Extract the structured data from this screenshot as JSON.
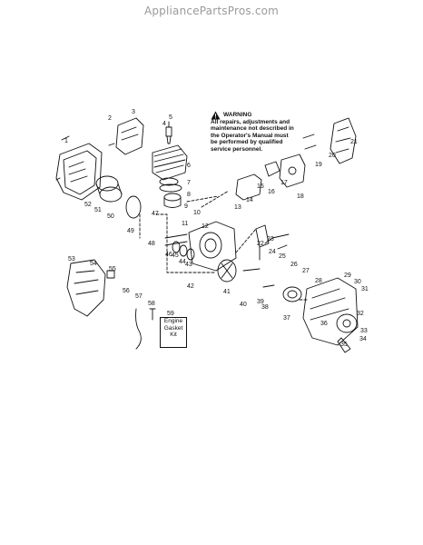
{
  "site": {
    "title": "AppliancePartsPros.com"
  },
  "warning": {
    "title": "WARNING",
    "body": "All repairs, adjustments and maintenance not described in the Operator's Manual must be performed by qualified service personnel."
  },
  "kit": {
    "number": "59",
    "line1": "Engine",
    "line2": "Gasket",
    "line3": "Kit"
  },
  "part_numbers": [
    "1",
    "2",
    "3",
    "4",
    "5",
    "6",
    "7",
    "8",
    "9",
    "10",
    "11",
    "12",
    "13",
    "14",
    "15",
    "16",
    "17",
    "18",
    "19",
    "20",
    "21",
    "22",
    "23",
    "24",
    "25",
    "26",
    "27",
    "28",
    "29",
    "30",
    "31",
    "32",
    "33",
    "34",
    "35",
    "36",
    "37",
    "38",
    "39",
    "40",
    "41",
    "42",
    "43",
    "44",
    "45",
    "46",
    "47",
    "48",
    "49",
    "50",
    "51",
    "52",
    "53",
    "54",
    "55",
    "56",
    "57",
    "58"
  ]
}
